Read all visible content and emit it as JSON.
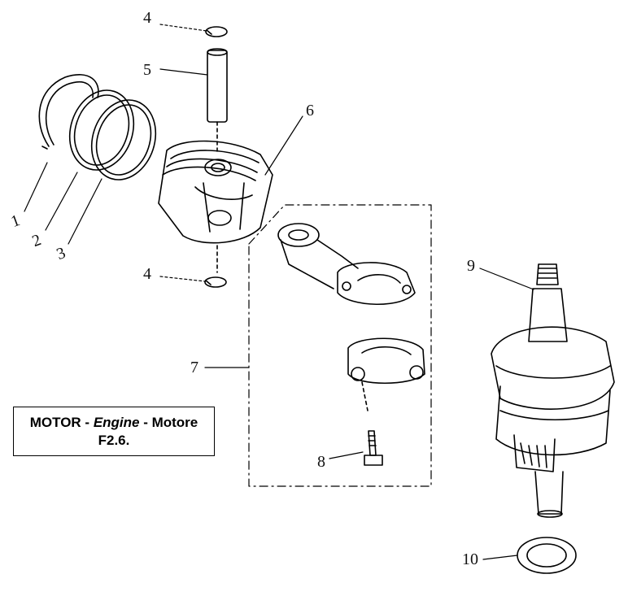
{
  "title": {
    "word1": "MOTOR",
    "sep1": " - ",
    "word2": "Engine",
    "sep2": " - ",
    "word3": "Motore",
    "code": "F2.6."
  },
  "callouts": [
    {
      "id": "c1",
      "label": "1"
    },
    {
      "id": "c2",
      "label": "2"
    },
    {
      "id": "c3",
      "label": "3"
    },
    {
      "id": "c4a",
      "label": "4"
    },
    {
      "id": "c4b",
      "label": "4"
    },
    {
      "id": "c5",
      "label": "5"
    },
    {
      "id": "c6",
      "label": "6"
    },
    {
      "id": "c7",
      "label": "7"
    },
    {
      "id": "c8",
      "label": "8"
    },
    {
      "id": "c9",
      "label": "9"
    },
    {
      "id": "c10",
      "label": "10"
    }
  ]
}
